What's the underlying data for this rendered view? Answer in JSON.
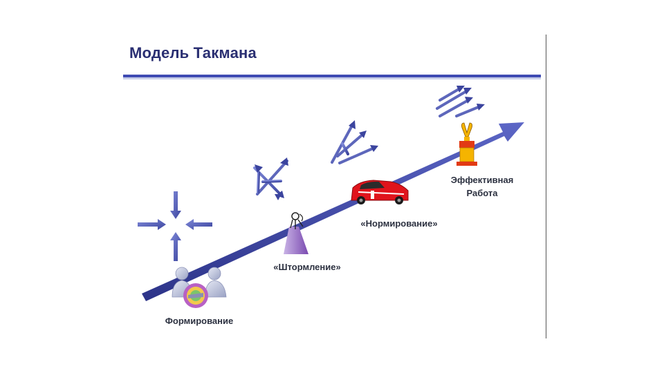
{
  "title": "Модель Такмана",
  "stages": {
    "forming": "Формирование",
    "storming": "«Штормление»",
    "norming": "«Нормирование»",
    "performing_line1": "Эффективная",
    "performing_line2": "Работа"
  },
  "icons": {
    "forming": "handshake-people-icon",
    "storming": "tangled-arrows-icon",
    "norming": "sports-car-icon",
    "performing": "trophy-icon"
  },
  "colors": {
    "title": "#2a2f72",
    "rule": "#3f4bb3",
    "arrow": "#363d98",
    "text": "#2c3140"
  }
}
